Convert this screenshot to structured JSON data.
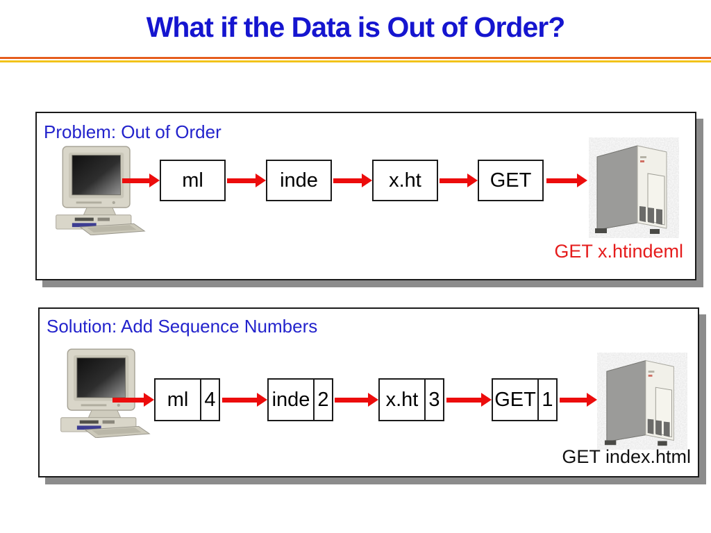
{
  "slide": {
    "title": "What if the Data is Out of Order?",
    "colors": {
      "title_blue": "#1515cf",
      "panel_label_blue": "#2323cc",
      "arrow_red": "#ec0c0c",
      "result_red": "#e51c1c",
      "divider_orange": "#e55d1d",
      "divider_yellow": "#f2c31a",
      "shadow_gray": "#8c8c8c"
    }
  },
  "panels": [
    {
      "label": "Problem: Out of Order",
      "sender_icon": "client-computer-icon",
      "receiver_icon": "server-tower-icon",
      "packets": [
        {
          "label": "ml"
        },
        {
          "label": "inde"
        },
        {
          "label": "x.ht"
        },
        {
          "label": "GET"
        }
      ],
      "result": "GET x.htindeml"
    },
    {
      "label": "Solution: Add Sequence Numbers",
      "sender_icon": "client-computer-icon",
      "receiver_icon": "server-tower-icon",
      "packets": [
        {
          "label": "ml",
          "seq": "4"
        },
        {
          "label": "inde",
          "seq": "2"
        },
        {
          "label": "x.ht",
          "seq": "3"
        },
        {
          "label": "GET",
          "seq": "1"
        }
      ],
      "result": "GET index.html"
    }
  ]
}
